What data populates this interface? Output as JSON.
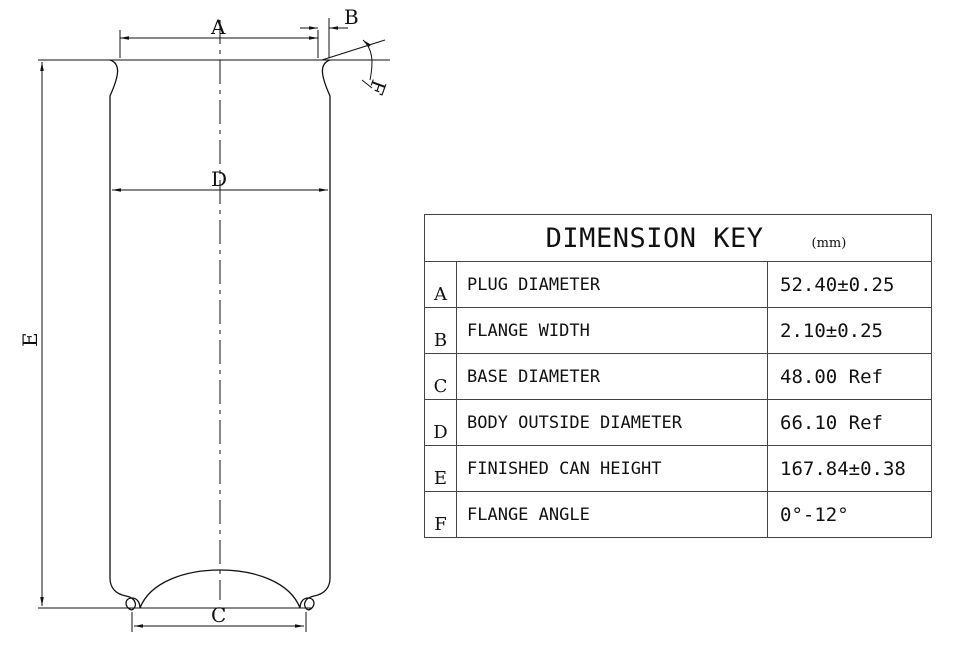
{
  "drawing": {
    "labels": {
      "a": "A",
      "b": "B",
      "c": "C",
      "d": "D",
      "e": "E",
      "f": "F"
    }
  },
  "key": {
    "title": "DIMENSION KEY",
    "unit": "(mm)",
    "rows": [
      {
        "letter": "A",
        "label": "PLUG DIAMETER",
        "value": "52.40±0.25"
      },
      {
        "letter": "B",
        "label": "FLANGE WIDTH",
        "value": "2.10±0.25"
      },
      {
        "letter": "C",
        "label": "BASE DIAMETER",
        "value": "48.00 Ref"
      },
      {
        "letter": "D",
        "label": "BODY OUTSIDE DIAMETER",
        "value": "66.10 Ref"
      },
      {
        "letter": "E",
        "label": "FINISHED CAN HEIGHT",
        "value": "167.84±0.38"
      },
      {
        "letter": "F",
        "label": "FLANGE ANGLE",
        "value": "0°-12°"
      }
    ]
  }
}
